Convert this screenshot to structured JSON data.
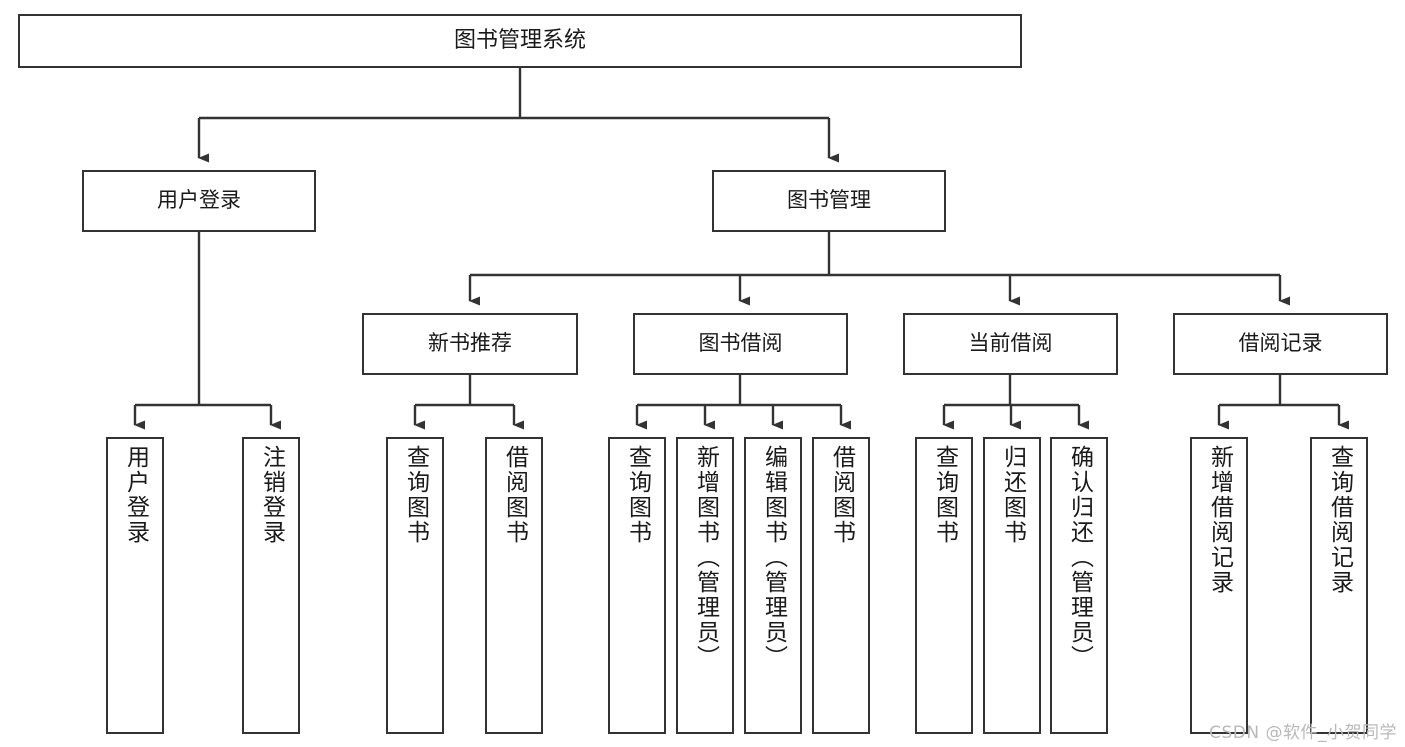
{
  "diagram": {
    "title": "图书管理系统",
    "type": "hierarchy-tree",
    "root": {
      "id": "root",
      "label": "图书管理系统"
    },
    "level1": [
      {
        "id": "user-login",
        "label": "用户登录"
      },
      {
        "id": "book-manage",
        "label": "图书管理"
      }
    ],
    "level2": [
      {
        "id": "new-book-rec",
        "label": "新书推荐"
      },
      {
        "id": "book-borrow",
        "label": "图书借阅"
      },
      {
        "id": "current-borrow",
        "label": "当前借阅"
      },
      {
        "id": "borrow-record",
        "label": "借阅记录"
      }
    ],
    "leaves": {
      "user_login": [
        {
          "id": "leaf-user-login",
          "label": "用户登录"
        },
        {
          "id": "leaf-logout",
          "label": "注销登录"
        }
      ],
      "new_book_rec": [
        {
          "id": "leaf-query-book-1",
          "label": "查询图书"
        },
        {
          "id": "leaf-borrow-book-1",
          "label": "借阅图书"
        }
      ],
      "book_borrow": [
        {
          "id": "leaf-query-book-2",
          "label": "查询图书"
        },
        {
          "id": "leaf-add-book",
          "label": "新增图书（管理员）"
        },
        {
          "id": "leaf-edit-book",
          "label": "编辑图书（管理员）"
        },
        {
          "id": "leaf-borrow-book-2",
          "label": "借阅图书"
        }
      ],
      "current_borrow": [
        {
          "id": "leaf-query-book-3",
          "label": "查询图书"
        },
        {
          "id": "leaf-return-book",
          "label": "归还图书"
        },
        {
          "id": "leaf-confirm-return",
          "label": "确认归还（管理员）"
        }
      ],
      "borrow_record": [
        {
          "id": "leaf-add-record",
          "label": "新增借阅记录"
        },
        {
          "id": "leaf-query-record",
          "label": "查询借阅记录"
        }
      ]
    },
    "colors": {
      "stroke": "#333333",
      "background": "#ffffff",
      "text": "#1a1a1a",
      "watermark": "#b9b9b9"
    }
  },
  "watermark": {
    "text": "CSDN @软件_小贺同学"
  }
}
